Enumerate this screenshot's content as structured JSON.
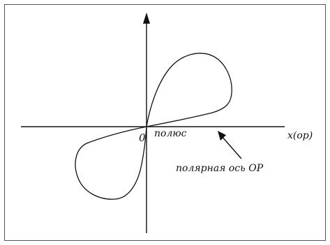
{
  "labels": {
    "origin": "0",
    "pole": "полюс",
    "x_axis": "x(op)",
    "polar_axis": "полярная ось OP"
  },
  "colors": {
    "ink": "#111111",
    "frame": "#555555",
    "background": "#ffffff"
  }
}
